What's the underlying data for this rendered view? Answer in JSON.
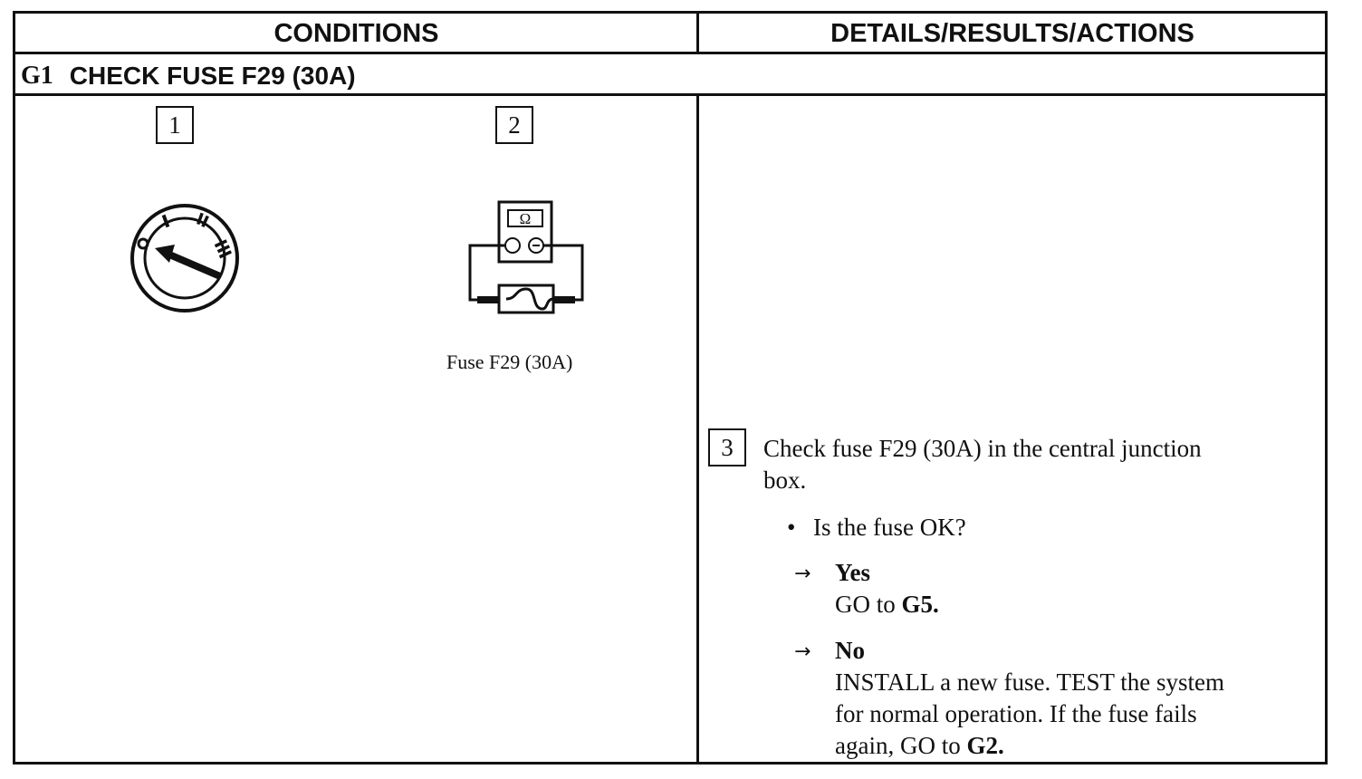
{
  "header": {
    "conditions": "CONDITIONS",
    "details": "DETAILS/RESULTS/ACTIONS"
  },
  "step": {
    "number": "G1",
    "title": "CHECK FUSE F29 (30A)"
  },
  "conditions": {
    "items": [
      {
        "num": "1",
        "icon": "ignition-switch-icon",
        "positions": [
          "0",
          "I",
          "II",
          "III"
        ]
      },
      {
        "num": "2",
        "icon": "ohmmeter-fuse-icon",
        "meter_symbol": "Ω",
        "caption": "Fuse F29 (30A)"
      }
    ]
  },
  "details": {
    "step_num": "3",
    "instruction": "Check fuse F29 (30A) in the central junction",
    "instruction_cont": "box.",
    "question": "Is the fuse OK?",
    "yes_label": "Yes",
    "yes_action_prefix": "GO to",
    "yes_action_target": "G5.",
    "no_label": "No",
    "no_action_line1": "INSTALL a new fuse. TEST the system",
    "no_action_line2": "for normal operation. If the fuse fails",
    "no_action_line3_prefix": "again, GO to",
    "no_action_line3_target": "G2."
  }
}
